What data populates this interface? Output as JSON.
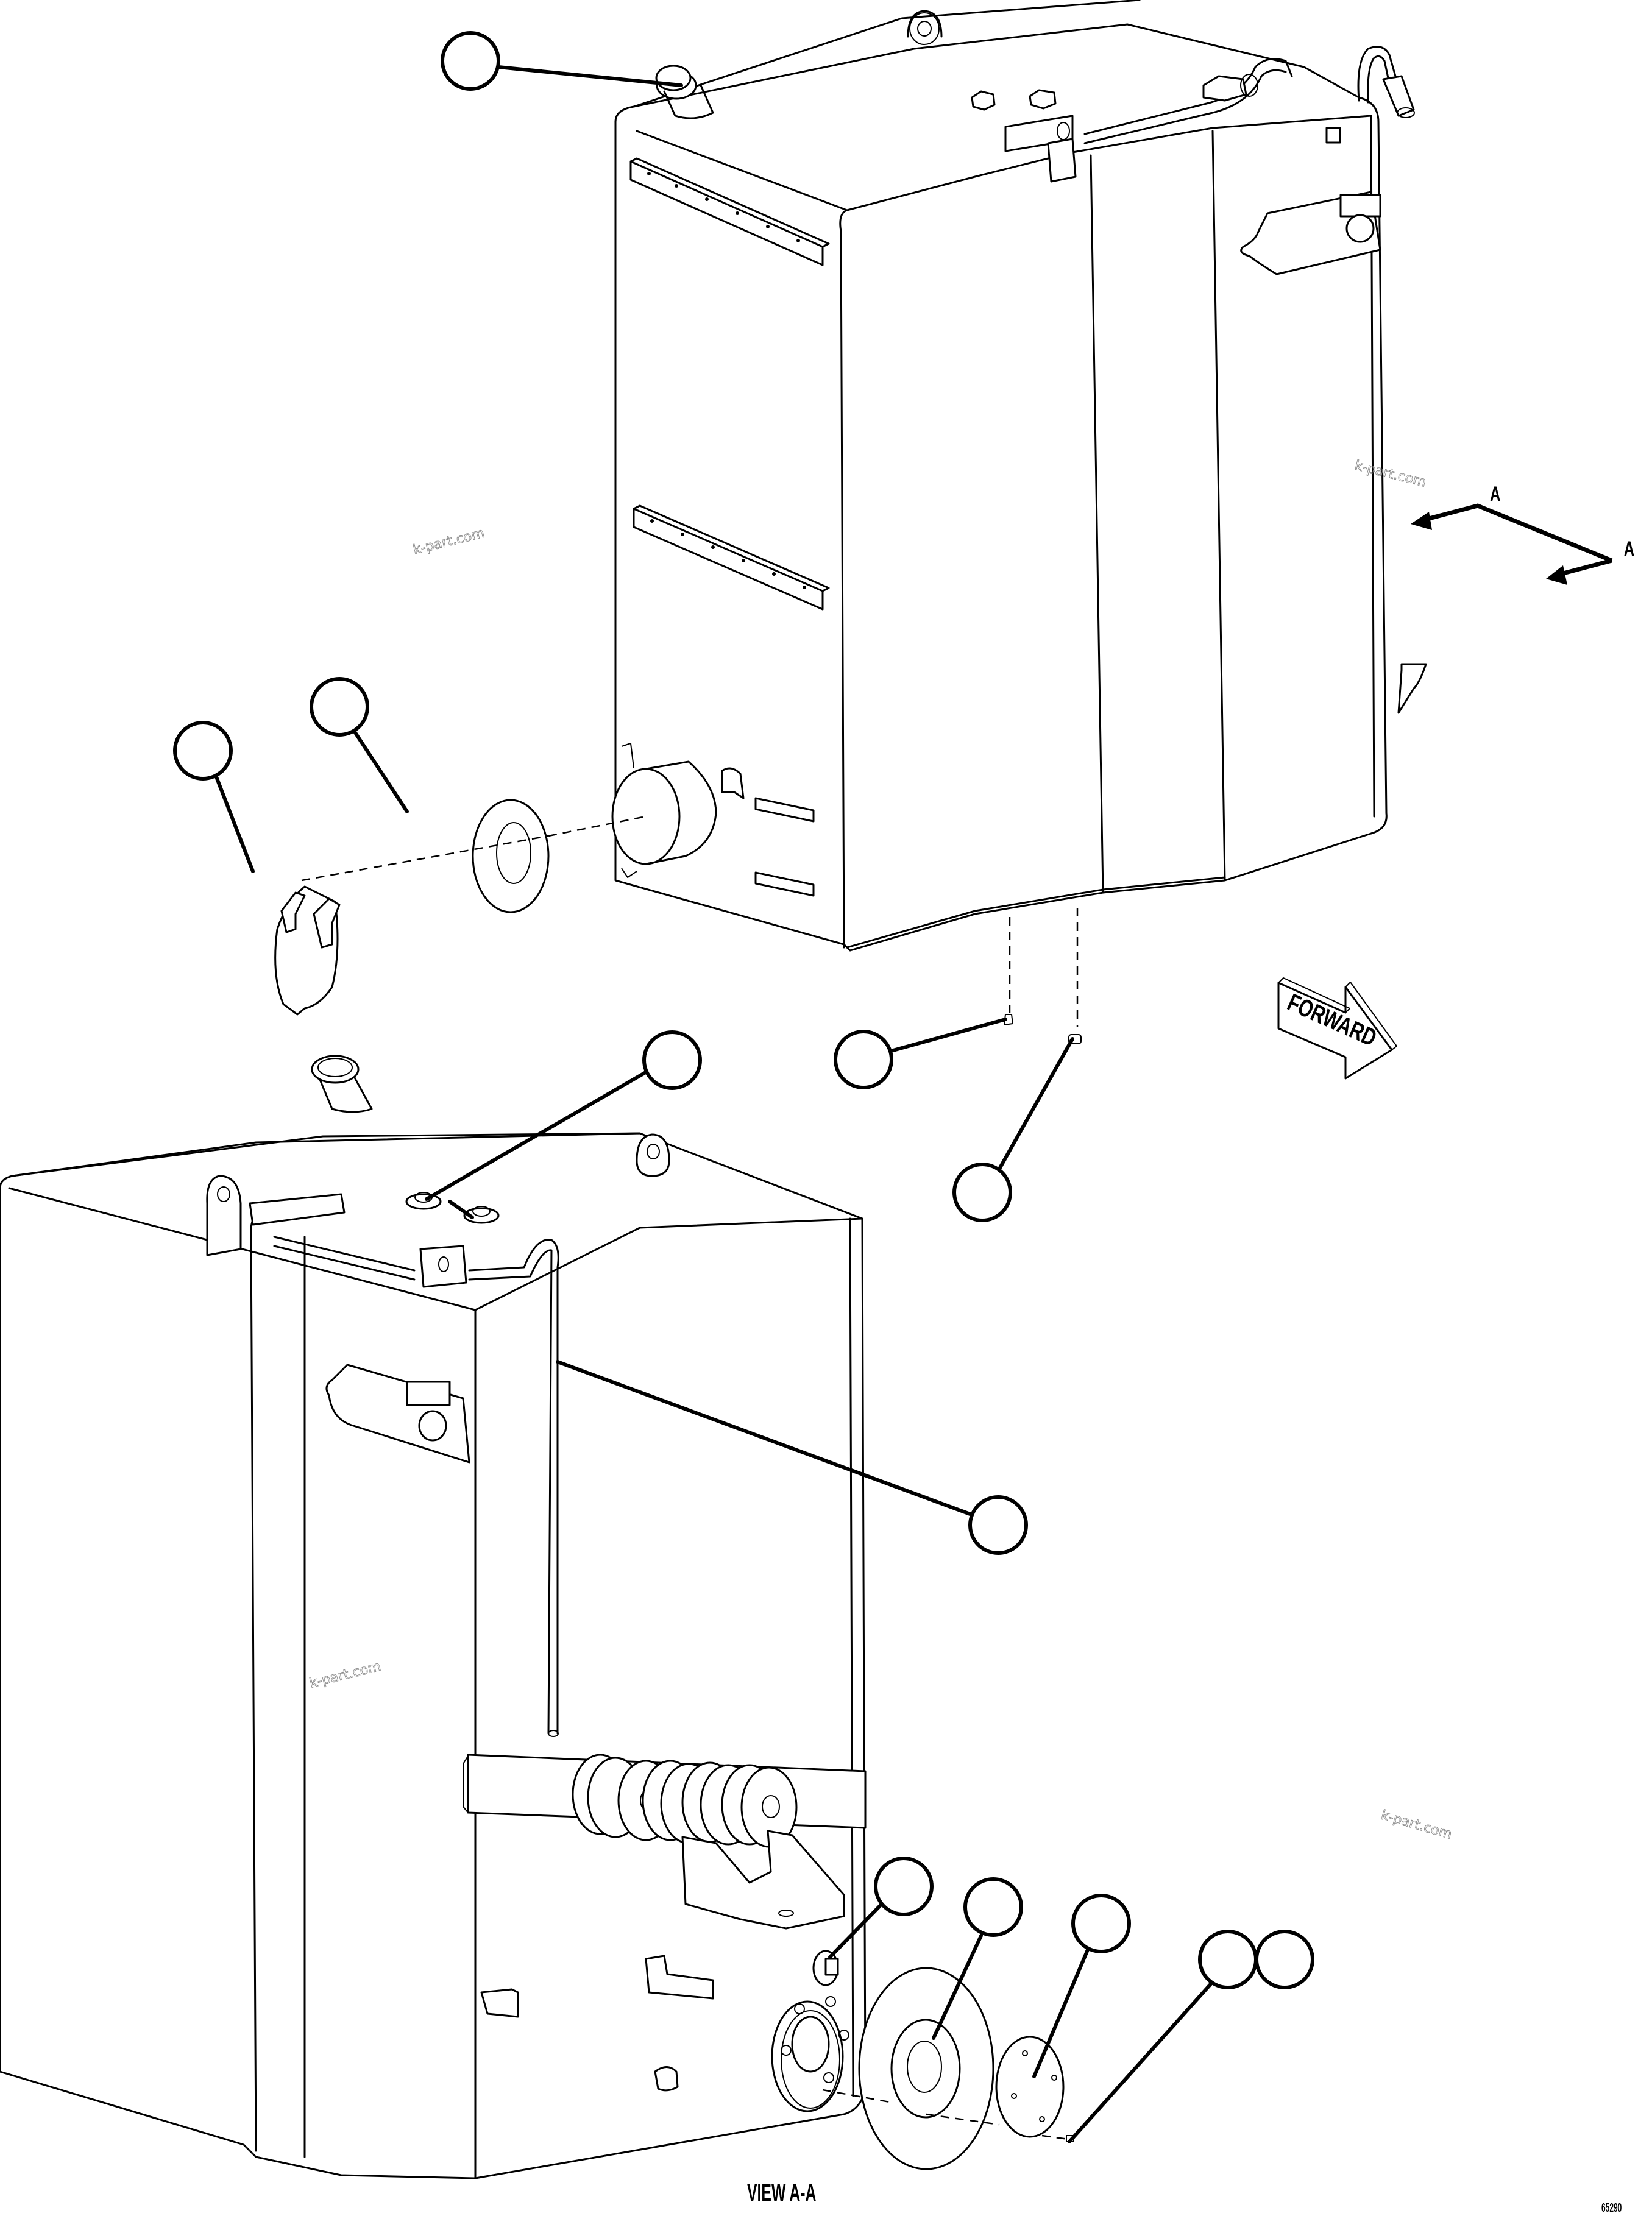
{
  "diagram": {
    "type": "exploded parts diagram - hydraulic/fuel tank assembly",
    "figure_id": "65290",
    "view_label": "VIEW A-A",
    "direction_arrow": {
      "label": "FORWARD"
    },
    "section_markers": [
      {
        "label": "A",
        "position": "upper"
      },
      {
        "label": "A",
        "position": "lower"
      }
    ],
    "watermarks": [
      {
        "text": "k-part.com",
        "location": "upper-left"
      },
      {
        "text": "k-part.com",
        "location": "upper-right"
      },
      {
        "text": "k-part.com",
        "location": "lower-left"
      },
      {
        "text": "k-part.com",
        "location": "lower-right"
      }
    ],
    "callouts": [
      {
        "id": "c1",
        "label": "",
        "target": "filler neck cap"
      },
      {
        "id": "c2",
        "label": "",
        "target": "cover plate with tabs"
      },
      {
        "id": "c3",
        "label": "",
        "target": "gasket"
      },
      {
        "id": "c4",
        "label": "",
        "target": "breather plug"
      },
      {
        "id": "c5",
        "label": "",
        "target": "drain plug"
      },
      {
        "id": "c6",
        "label": "",
        "target": "drain fitting"
      },
      {
        "id": "c7",
        "label": "",
        "target": "tube assembly"
      },
      {
        "id": "c8",
        "label": "",
        "target": "sight plug"
      },
      {
        "id": "c9",
        "label": "",
        "target": "gasket"
      },
      {
        "id": "c10",
        "label": "",
        "target": "cover"
      },
      {
        "id": "c11",
        "label": "",
        "target": "bolt"
      },
      {
        "id": "c12",
        "label": "",
        "target": "washer"
      }
    ],
    "colors": {
      "line": "#000000",
      "background": "#ffffff",
      "watermark": "#8a8a8a"
    }
  }
}
